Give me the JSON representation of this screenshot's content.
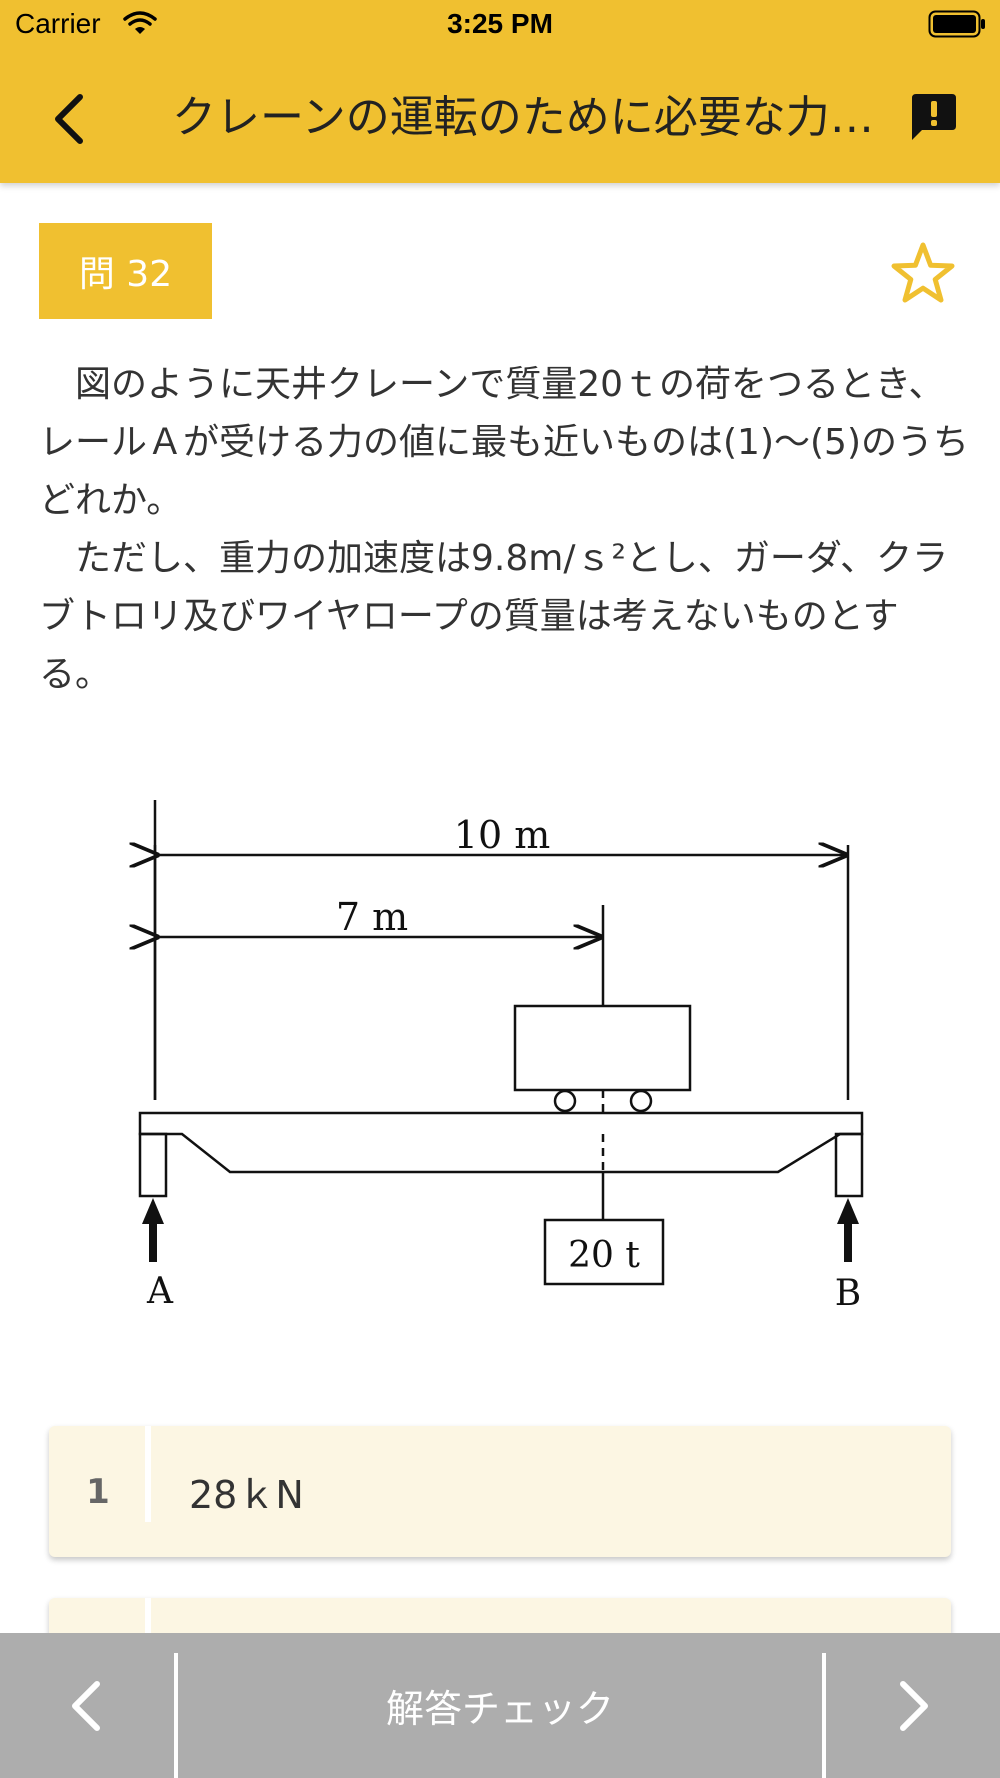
{
  "status_bar": {
    "carrier": "Carrier",
    "time": "3:25 PM"
  },
  "nav": {
    "title": "クレーンの運転のために必要な力学に関する知識",
    "back_icon": "chevron-left-icon",
    "report_icon": "report-icon"
  },
  "question": {
    "badge": "問 32",
    "favorite_icon": "star-outline-icon",
    "text": "　図のように天井クレーンで質量20ｔの荷をつるとき、レールＡが受ける力の値に最も近いものは(1)～(5)のうちどれか。\n　ただし、重力の加速度は9.8m/ｓ²とし、ガーダ、クラブトロリ及びワイヤロープの質量は考えないものとする。"
  },
  "diagram": {
    "label_total_span": "10  m",
    "label_distance": "7 m",
    "label_load": "20 t",
    "label_a": "A",
    "label_b": "B"
  },
  "answers": [
    {
      "number": "1",
      "text": "28ｋN"
    }
  ],
  "bottom_bar": {
    "prev_icon": "chevron-left-icon",
    "check_label": "解答チェック",
    "next_icon": "chevron-right-icon"
  },
  "colors": {
    "accent": "#f0c030",
    "answer_bg": "#fcf6e3",
    "bottom_bar": "#adadad"
  }
}
